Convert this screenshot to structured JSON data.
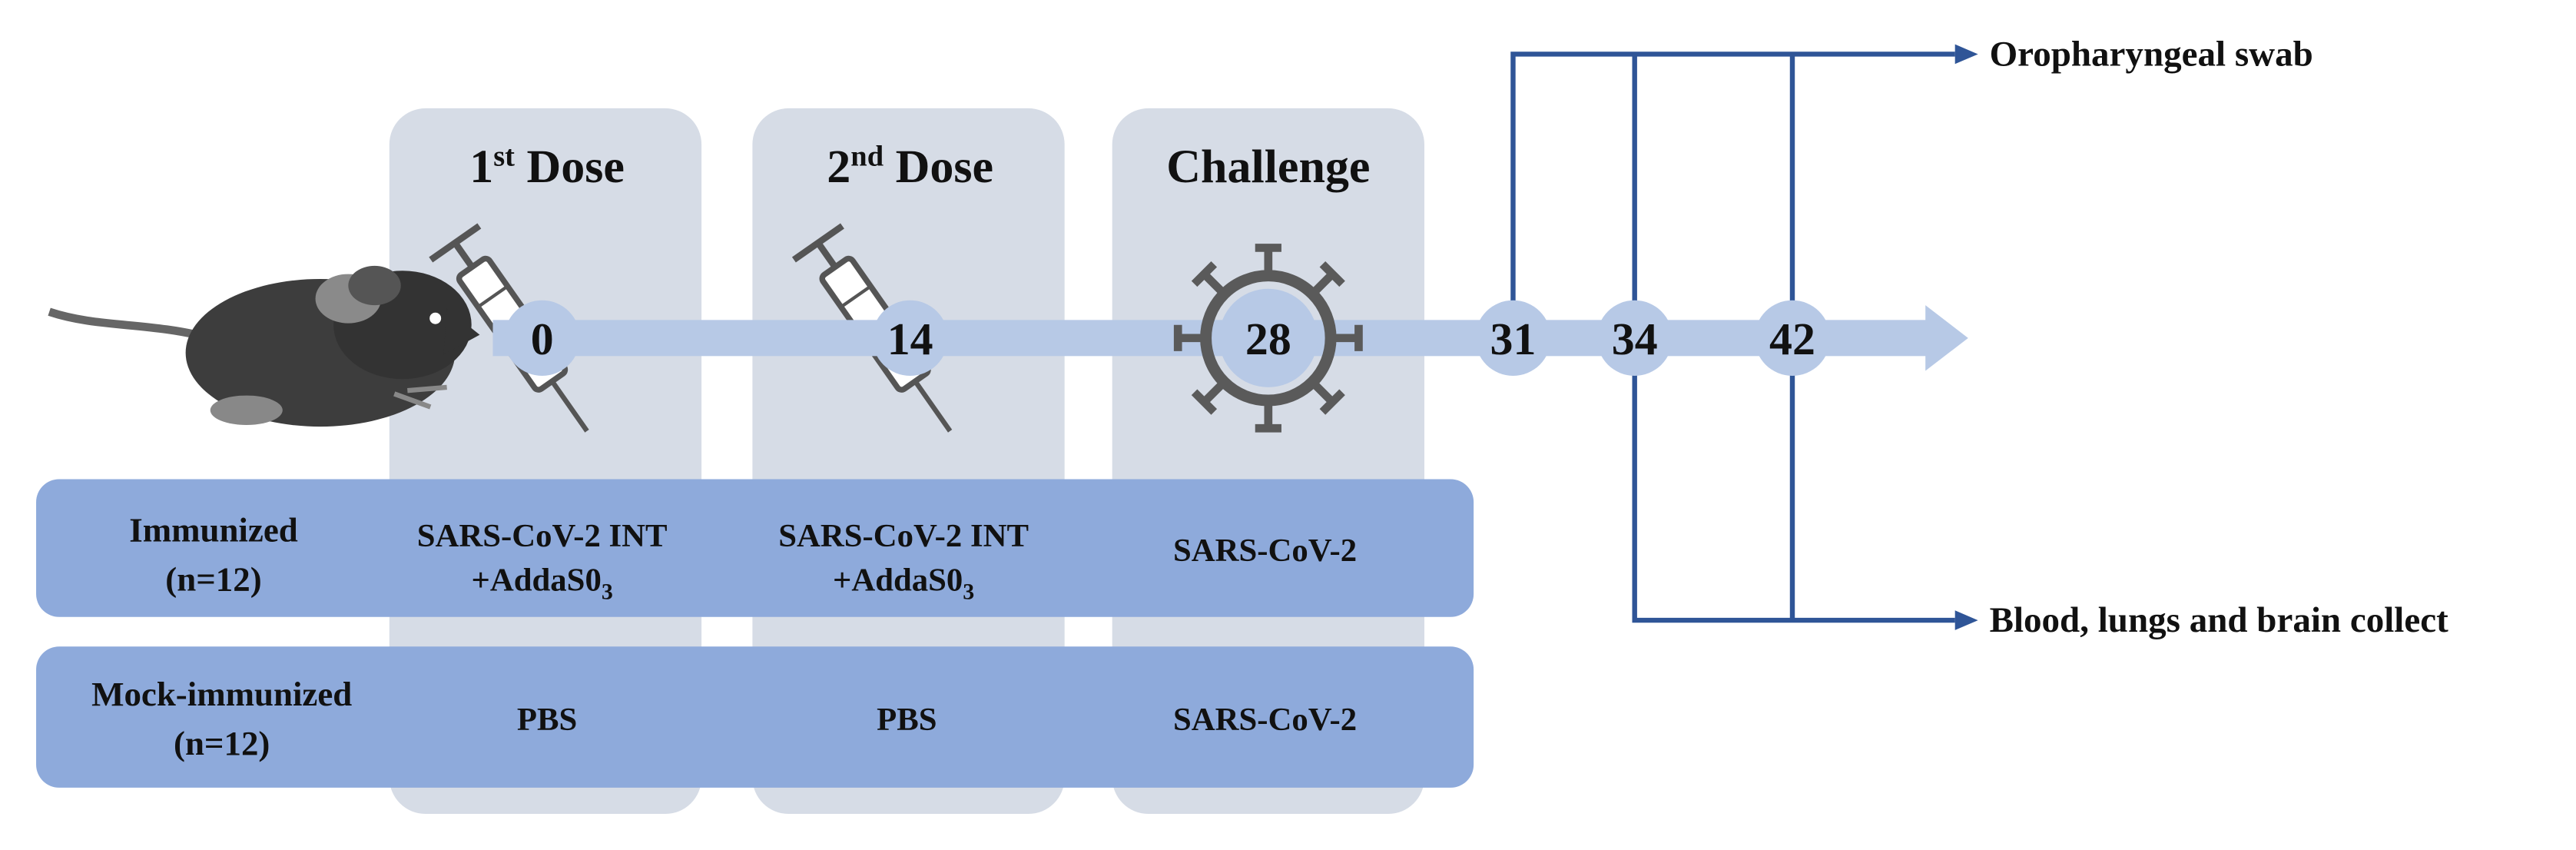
{
  "colors": {
    "panel": "#d6dce6",
    "timeline": "#b7c9e6",
    "table_row": "#8eaadb",
    "collect_line": "#2f5597",
    "text": "#111111"
  },
  "stages": [
    {
      "base": "1",
      "sup": "st",
      "rest": " Dose"
    },
    {
      "base": "2",
      "sup": "nd",
      "rest": " Dose"
    },
    {
      "base": "Challenge",
      "sup": "",
      "rest": ""
    }
  ],
  "days": [
    "0",
    "14",
    "28",
    "31",
    "34",
    "42"
  ],
  "icons": [
    "mouse-icon",
    "syringe-icon",
    "syringe-icon",
    "virus-icon"
  ],
  "groups": [
    {
      "name_line1": "Immunized",
      "name_line2": "(n=12)",
      "cells": [
        {
          "line1": "SARS-CoV-2 INT",
          "line2": "+AddaS0",
          "line2_sub": "3"
        },
        {
          "line1": "SARS-CoV-2 INT",
          "line2": "+AddaS0",
          "line2_sub": "3"
        },
        {
          "line1": "SARS-CoV-2",
          "line2": "",
          "line2_sub": ""
        }
      ]
    },
    {
      "name_line1": "Mock-immunized",
      "name_line2": "(n=12)",
      "cells": [
        {
          "line1": "PBS",
          "line2": "",
          "line2_sub": ""
        },
        {
          "line1": "PBS",
          "line2": "",
          "line2_sub": ""
        },
        {
          "line1": "SARS-CoV-2",
          "line2": "",
          "line2_sub": ""
        }
      ]
    }
  ],
  "outcomes": {
    "swab": "Oropharyngeal swab",
    "collect": "Blood, lungs and brain collect"
  }
}
